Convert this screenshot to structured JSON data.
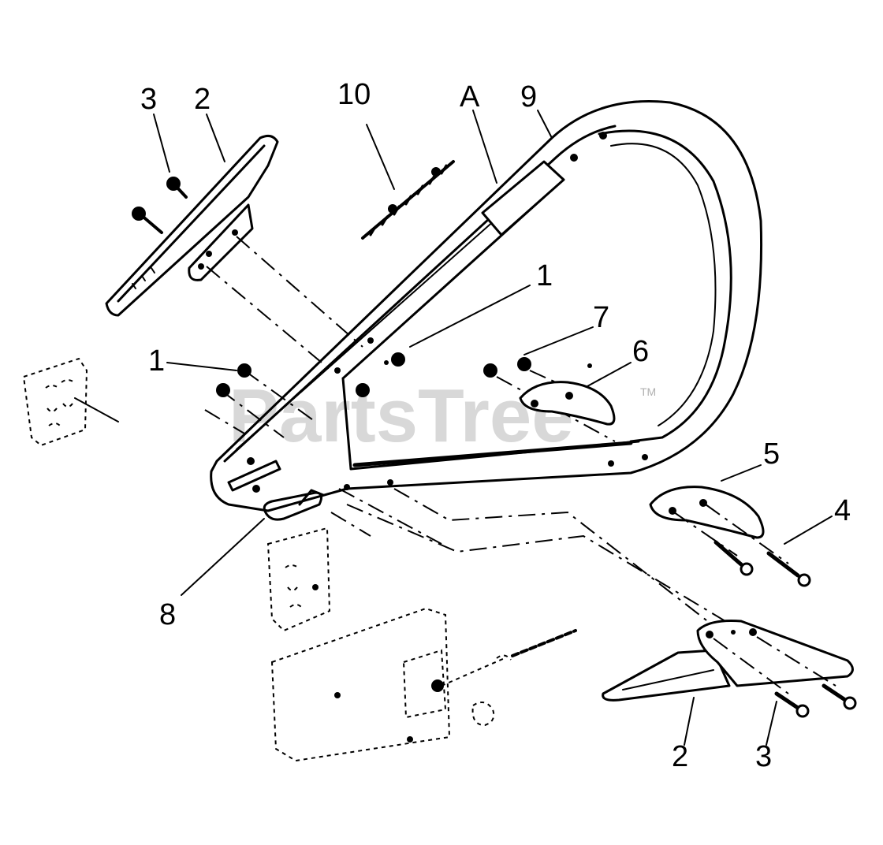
{
  "diagram": {
    "callouts": [
      {
        "id": "c-3-top",
        "text": "3"
      },
      {
        "id": "c-2-top",
        "text": "2"
      },
      {
        "id": "c-10",
        "text": "10"
      },
      {
        "id": "c-A",
        "text": "A"
      },
      {
        "id": "c-9",
        "text": "9"
      },
      {
        "id": "c-1-right",
        "text": "1"
      },
      {
        "id": "c-7",
        "text": "7"
      },
      {
        "id": "c-6",
        "text": "6"
      },
      {
        "id": "c-1-left",
        "text": "1"
      },
      {
        "id": "c-5",
        "text": "5"
      },
      {
        "id": "c-4",
        "text": "4"
      },
      {
        "id": "c-8",
        "text": "8"
      },
      {
        "id": "c-2-bottom",
        "text": "2"
      },
      {
        "id": "c-3-bottom",
        "text": "3"
      }
    ]
  },
  "watermark": {
    "text": "PartsTree",
    "tm": "TM"
  }
}
